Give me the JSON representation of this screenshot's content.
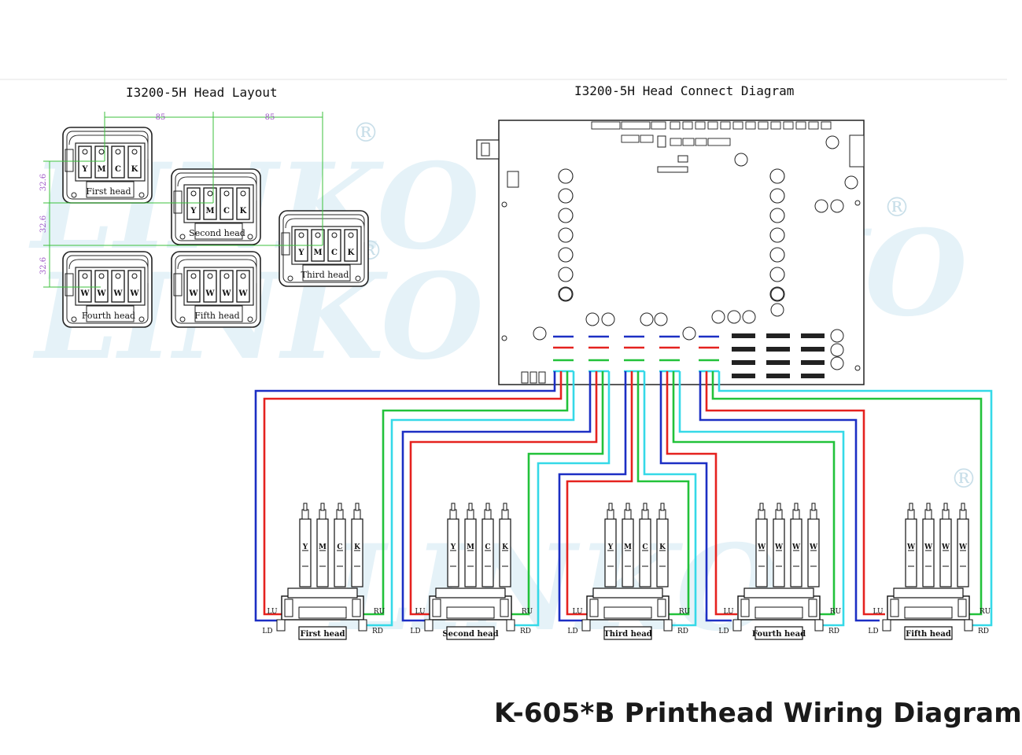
{
  "layout": {
    "title": "I3200-5H Head Layout",
    "spacing_h": "85",
    "spacing_v": "32.6",
    "heads": [
      {
        "label": "First head",
        "channels": [
          "Y",
          "M",
          "C",
          "K"
        ]
      },
      {
        "label": "Second head",
        "channels": [
          "Y",
          "M",
          "C",
          "K"
        ]
      },
      {
        "label": "Third head",
        "channels": [
          "Y",
          "M",
          "C",
          "K"
        ]
      },
      {
        "label": "Fourth head",
        "channels": [
          "W",
          "W",
          "W",
          "W"
        ]
      },
      {
        "label": "Fifth head",
        "channels": [
          "W",
          "W",
          "W",
          "W"
        ]
      }
    ]
  },
  "connect": {
    "title": "I3200-5H Head Connect Diagram",
    "port_labels": {
      "lu": "LU",
      "ld": "LD",
      "ru": "RU",
      "rd": "RD"
    },
    "heads": [
      {
        "label": "First head",
        "channels": [
          "Y",
          "M",
          "C",
          "K"
        ]
      },
      {
        "label": "Second head",
        "channels": [
          "Y",
          "M",
          "C",
          "K"
        ]
      },
      {
        "label": "Third head",
        "channels": [
          "Y",
          "M",
          "C",
          "K"
        ]
      },
      {
        "label": "Fourth head",
        "channels": [
          "W",
          "W",
          "W",
          "W"
        ]
      },
      {
        "label": "Fifth head",
        "channels": [
          "W",
          "W",
          "W",
          "W"
        ]
      }
    ]
  },
  "watermark": "LINKO",
  "watermark_mark": "®",
  "footer": {
    "title": "K-605*B Printhead Wiring Diagram"
  },
  "colors": {
    "wire_ld": "#1c2fc4",
    "wire_lu": "#e5221f",
    "wire_ru": "#22c23a",
    "wire_rd": "#35d9e8",
    "dimension": "#3cc23c",
    "dimension_text": "#a05ac8",
    "watermark": "#dceef6"
  }
}
